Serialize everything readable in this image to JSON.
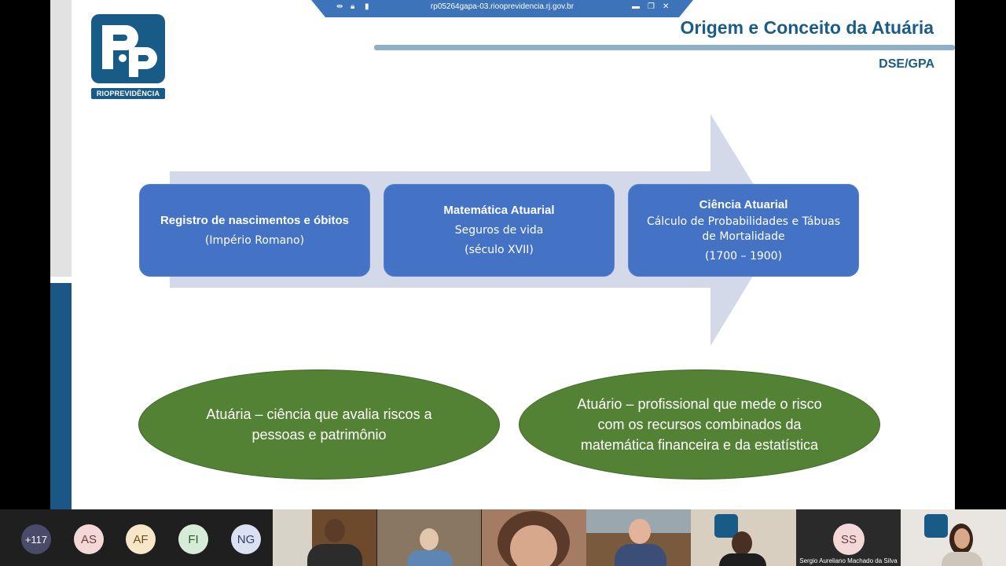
{
  "remote_bar": {
    "host": "rp05264gapa-03.riooprevidencia.rj.gov.br"
  },
  "slide": {
    "title": "Origem e Conceito da Atuária",
    "subtitle": "DSE/GPA",
    "logo_text": "RIOPREVIDÊNCIA",
    "boxes": [
      {
        "title": "Registro de nascimentos e óbitos",
        "line1": "(Império Romano)",
        "line2": ""
      },
      {
        "title": "Matemática Atuarial",
        "line1": "Seguros de vida",
        "line2": "(século XVII)"
      },
      {
        "title": "Ciência Atuarial",
        "line1": "Cálculo de Probabilidades e Tábuas de Mortalidade",
        "line2": "(1700 – 1900)"
      }
    ],
    "ellipses": [
      "Atuária – ciência que avalia riscos a pessoas e patrimônio",
      "Atuário – profissional que mede o risco com os recursos combinados da matemática financeira e da estatística"
    ]
  },
  "participants": {
    "more_count": "+117",
    "initials": [
      "AS",
      "AF",
      "FI",
      "NG"
    ],
    "speaker_initials": "SS",
    "speaker_name": "Sergio Aureliano Machado da Silva"
  },
  "colors": {
    "title_blue": "#1b5c87",
    "box_blue": "#4472c4",
    "ellipse_green": "#548235",
    "arrow": "#d4d9ea"
  }
}
